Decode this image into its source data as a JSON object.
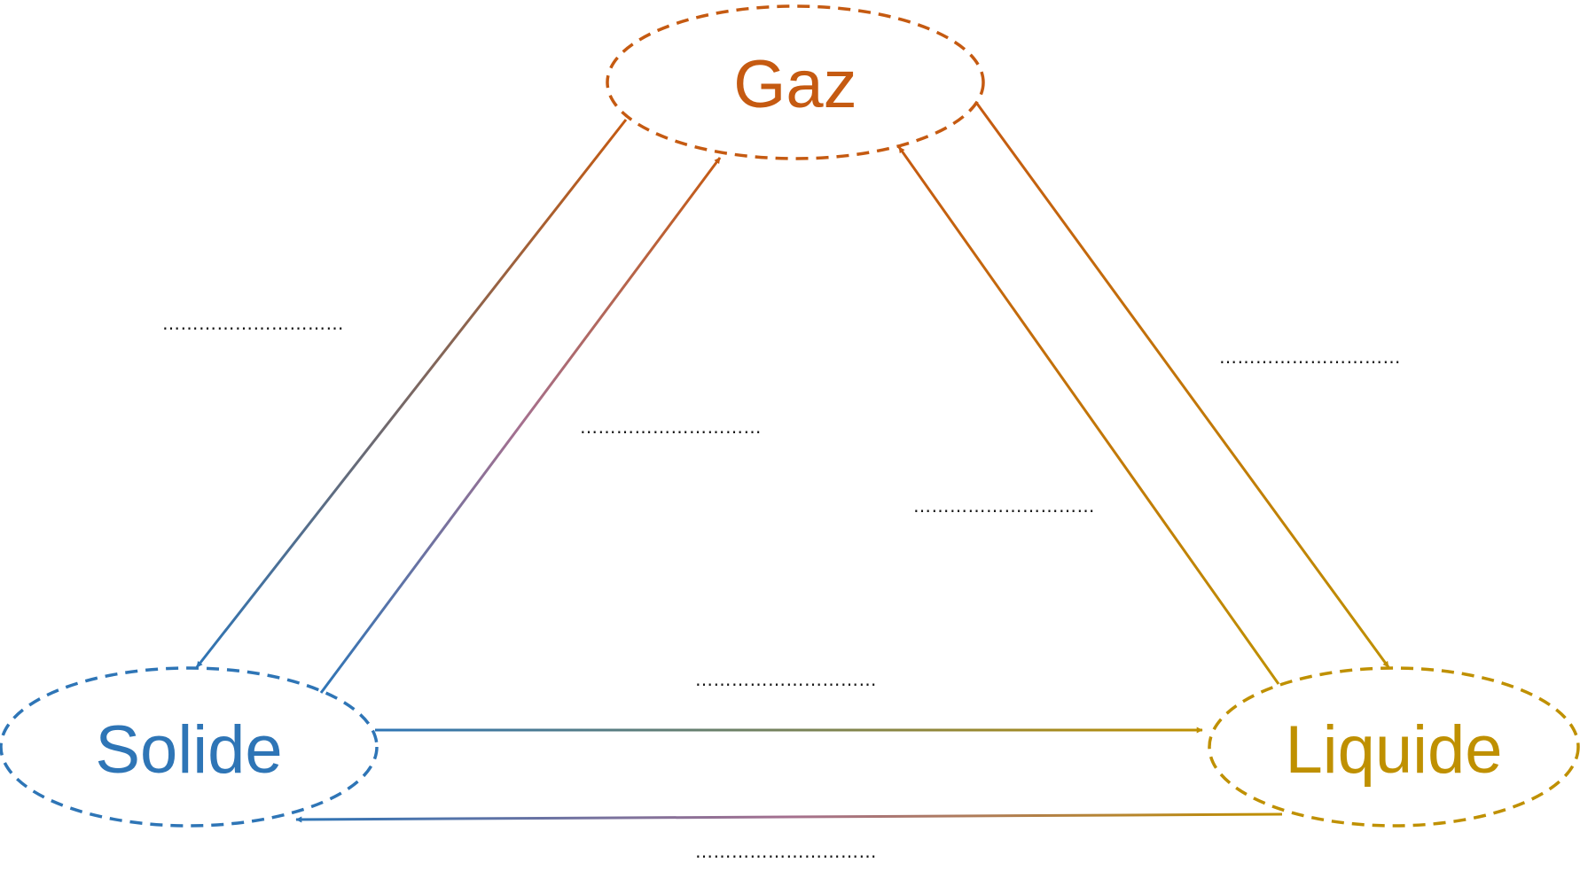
{
  "colors": {
    "gas": "#C55A11",
    "solid": "#2E75B6",
    "liquid": "#BF9000",
    "mid": "#A5708F"
  },
  "states": {
    "gas": "Gaz",
    "solid": "Solide",
    "liquid": "Liquide"
  },
  "blanks": {
    "gas_to_solid": "…………………………",
    "solid_to_gas": "…………………………",
    "liquid_to_gas": "…………………………",
    "gas_to_liquid": "…………………………",
    "solid_to_liquid": "…………………………",
    "liquid_to_solid": "…………………………"
  }
}
